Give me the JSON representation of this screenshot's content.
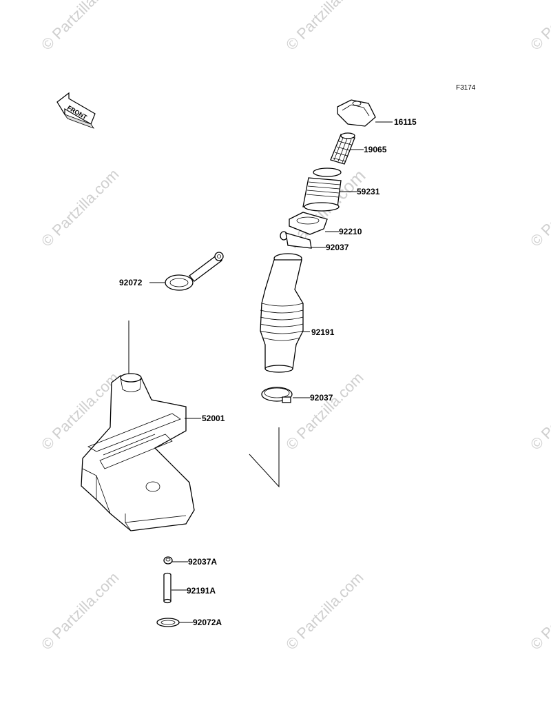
{
  "diagram": {
    "code": "F3174",
    "front_label": "FRONT",
    "parts": [
      {
        "id": "16115",
        "label": "16115"
      },
      {
        "id": "19065",
        "label": "19065"
      },
      {
        "id": "59231",
        "label": "59231"
      },
      {
        "id": "92210",
        "label": "92210"
      },
      {
        "id": "92037",
        "label": "92037"
      },
      {
        "id": "92072",
        "label": "92072"
      },
      {
        "id": "92191",
        "label": "92191"
      },
      {
        "id": "92037b",
        "label": "92037"
      },
      {
        "id": "52001",
        "label": "52001"
      },
      {
        "id": "92037A",
        "label": "92037A"
      },
      {
        "id": "92191A",
        "label": "92191A"
      },
      {
        "id": "92072A",
        "label": "92072A"
      }
    ]
  },
  "watermark": {
    "text": "© Partzilla.com",
    "center_text": "Partzilla.com"
  }
}
